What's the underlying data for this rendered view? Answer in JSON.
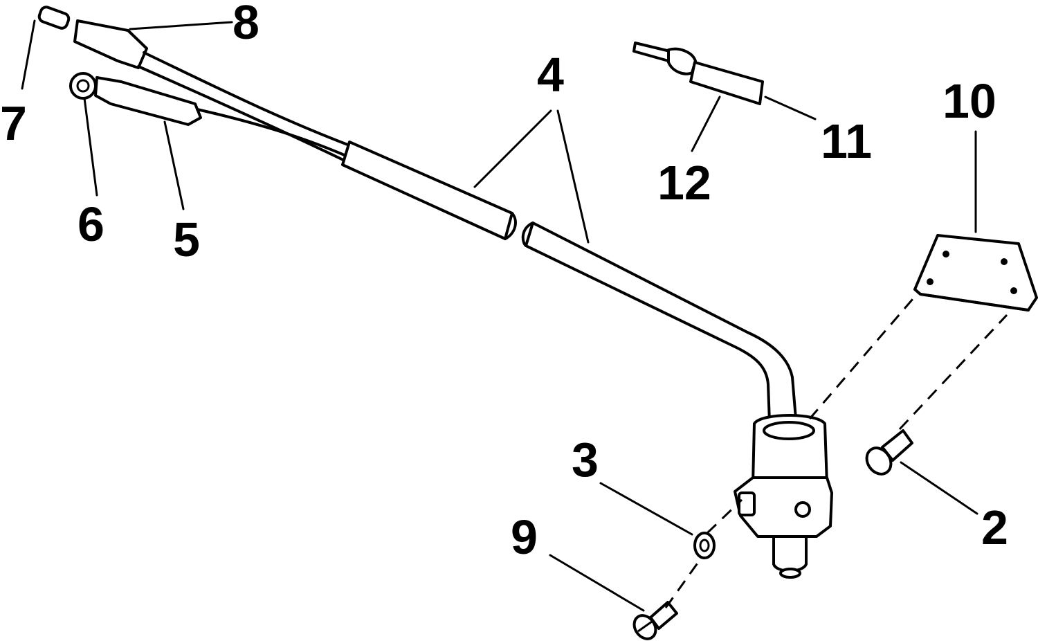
{
  "callouts": {
    "c2": "2",
    "c3": "3",
    "c4": "4",
    "c5": "5",
    "c6": "6",
    "c7": "7",
    "c8": "8",
    "c9": "9",
    "c10": "10",
    "c11": "11",
    "c12": "12"
  }
}
